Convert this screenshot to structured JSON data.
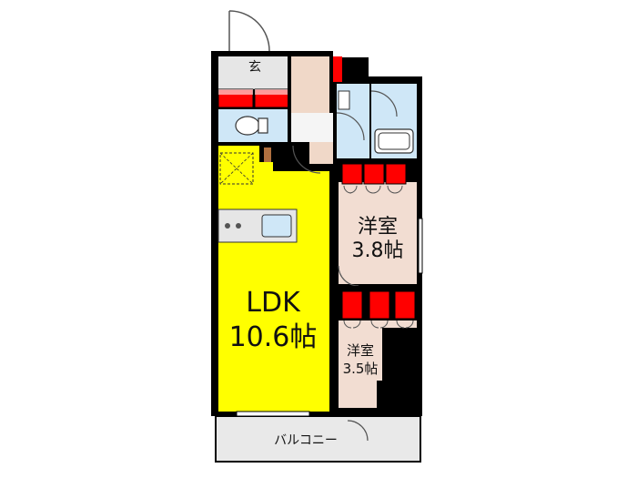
{
  "rooms": {
    "entrance": "玄",
    "ldk_name": "LDK",
    "ldk_size": "10.6帖",
    "western1_name": "洋室",
    "western1_size": "3.8帖",
    "western2_name": "洋室",
    "western2_size": "3.5帖",
    "balcony": "バルコニー"
  },
  "colors": {
    "ldk": "#ffff00",
    "western_room": "#f2ddd2",
    "hallway": "#f0d8c8",
    "entrance_floor": "#e6e6e6",
    "wet_area": "#cfe7f7",
    "storage": "#ff0000",
    "balcony": "#e9e9e9",
    "wall": "#000000"
  }
}
